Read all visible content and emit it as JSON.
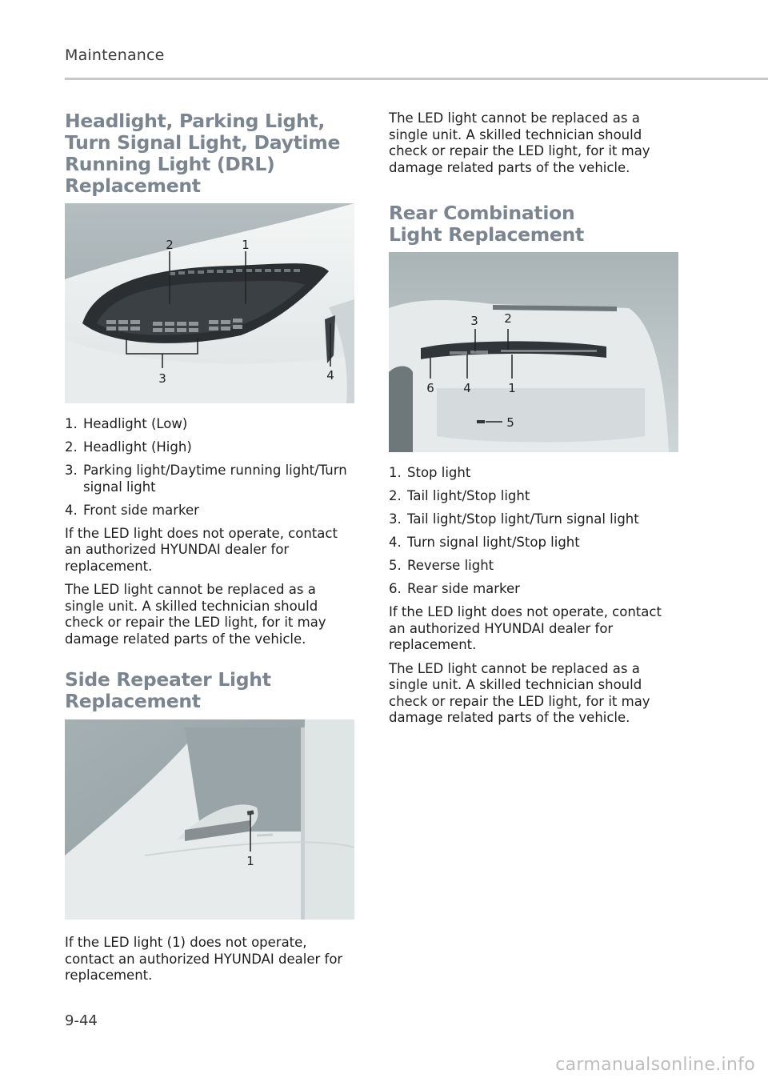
{
  "header": {
    "section": "Maintenance"
  },
  "headlight": {
    "title": "Headlight, Parking Light, Turn Signal Light, Daytime Running Light (DRL) Replacement",
    "callouts": [
      "1",
      "2",
      "3",
      "4"
    ],
    "items": [
      {
        "num": "1.",
        "text": "Headlight (Low)"
      },
      {
        "num": "2.",
        "text": "Headlight (High)"
      },
      {
        "num": "3.",
        "text": "Parking light/Daytime running light/Turn signal light"
      },
      {
        "num": "4.",
        "text": "Front side marker"
      }
    ],
    "para1": "If the LED light does not operate, contact an authorized HYUNDAI dealer for replacement.",
    "para2": "The LED light cannot be replaced as a single unit. A skilled technician should check or repair the LED light, for it may damage related parts of the vehicle."
  },
  "side_repeater": {
    "title": "Side Repeater Light Replacement",
    "callouts": [
      "1"
    ],
    "para1": "If the LED light (1) does not operate, contact an authorized HYUNDAI dealer for replacement."
  },
  "right_intro": {
    "para1": "The LED light cannot be replaced as a single unit. A skilled technician should check or repair the LED light, for it may damage related parts of the vehicle."
  },
  "rear_combination": {
    "title": "Rear Combination Light Replacement",
    "callouts": [
      "1",
      "2",
      "3",
      "4",
      "5",
      "6"
    ],
    "items": [
      {
        "num": "1.",
        "text": "Stop light"
      },
      {
        "num": "2.",
        "text": "Tail light/Stop light"
      },
      {
        "num": "3.",
        "text": "Tail light/Stop light/Turn signal light"
      },
      {
        "num": "4.",
        "text": "Turn signal light/Stop light"
      },
      {
        "num": "5.",
        "text": "Reverse light"
      },
      {
        "num": "6.",
        "text": "Rear side marker"
      }
    ],
    "para1": "If the LED light does not operate, contact an authorized HYUNDAI dealer for replacement.",
    "para2": "The LED light cannot be replaced as a single unit. A skilled technician should check or repair the LED light, for it may damage related parts of the vehicle."
  },
  "footer": {
    "page_number": "9-44",
    "watermark": "carmanualsonline.info"
  }
}
